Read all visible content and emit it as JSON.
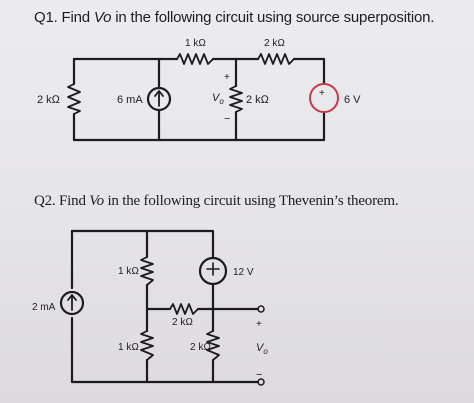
{
  "q1": {
    "prefix": "Q1. Find ",
    "var": "Vo",
    "suffix": " in the following circuit using source superposition."
  },
  "q2": {
    "prefix": "Q2. Find ",
    "var": "Vo",
    "suffix": " in the following circuit using Thevenin’s theorem."
  },
  "circuit1": {
    "r_left": "2 kΩ",
    "current_source": "6 mA",
    "r_top1": "1 kΩ",
    "r_top2": "2 kΩ",
    "r_mid": "2 kΩ",
    "vo_label": "V",
    "vo_sub": "o",
    "plus": "+",
    "minus": "−",
    "voltage_source": "6 V"
  },
  "circuit2": {
    "current_source": "2 mA",
    "r_top_center": "1 kΩ",
    "r_bottom_center": "1 kΩ",
    "r_horizontal": "2 kΩ",
    "r_right": "2 kΩ",
    "voltage_source": "12 V",
    "vo_label": "V",
    "vo_sub": "o",
    "plus": "+",
    "minus": "−"
  },
  "colors": {
    "wire": "#1c1c20",
    "background": "#e9e8eb"
  }
}
